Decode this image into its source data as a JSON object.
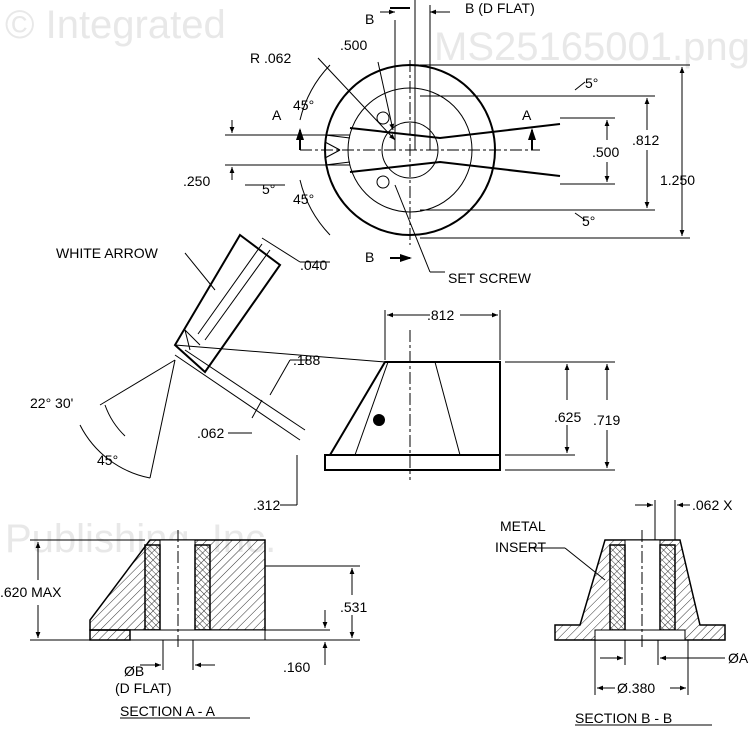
{
  "watermark": [
    "© Integrated",
    "Publishing, Inc.",
    "MS25165001.png"
  ],
  "top_view": {
    "b_label_top": "B",
    "b_dflat": "B (D FLAT)",
    "dim_500": ".500",
    "r_062": "R .062",
    "a_left": "A",
    "a_right": "A",
    "angle_45_top": "45°",
    "angle_45_bottom": "45°",
    "angle_5_top": "5°",
    "angle_5_left": "5°",
    "angle_5_bottom": "5°",
    "dim_250": ".250",
    "dim_812": ".812",
    "dim_500_right": ".500",
    "dim_1250": "1.250",
    "b_label_bottom": "B",
    "set_screw": "SET SCREW"
  },
  "side_view": {
    "white_arrow": "WHITE ARROW",
    "dim_040": ".040",
    "angle_22_30": "22° 30'",
    "angle_45": "45°",
    "dim_188": ".188",
    "dim_062": ".062",
    "dim_312": ".312",
    "dim_812": ".812",
    "dim_625": ".625",
    "dim_719": ".719"
  },
  "section_a": {
    "dim_620": ".620 MAX",
    "dim_531": ".531",
    "dim_160": ".160",
    "dia_b": "ØB",
    "d_flat": "(D FLAT)",
    "title": "SECTION  A - A"
  },
  "section_b": {
    "dim_062x": ".062 X",
    "metal_insert_1": "METAL",
    "metal_insert_2": "INSERT",
    "dia_a": "ØA",
    "dia_380": "Ø.380",
    "title": "SECTION  B - B"
  }
}
